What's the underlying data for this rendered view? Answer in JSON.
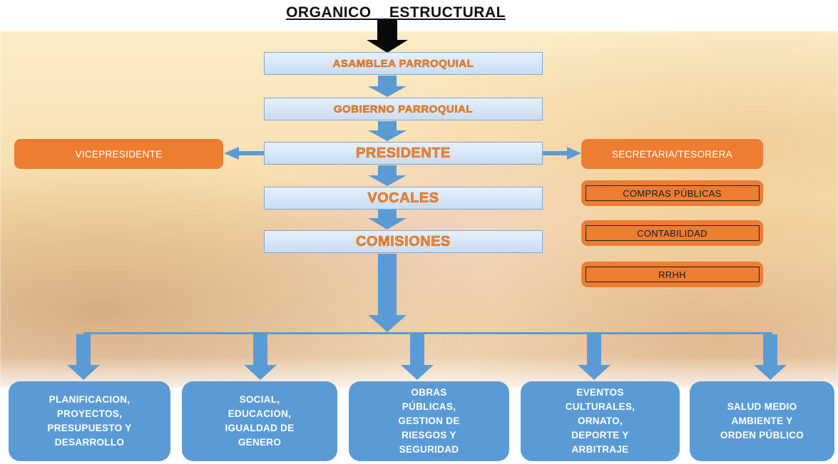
{
  "title": "ORGANICO    ESTRUCTURAL",
  "levels": [
    {
      "label": "ASAMBLEA PARROQUIAL"
    },
    {
      "label": "GOBIERNO  PARROQUIAL"
    },
    {
      "label": "PRESIDENTE"
    },
    {
      "label": "VOCALES"
    },
    {
      "label": "COMISIONES"
    }
  ],
  "side": {
    "left": "VICEPRESIDENTE",
    "right": "SECRETARIA/TESORERA",
    "sub_units": [
      "COMPRAS PÚBLICAS",
      "CONTABILIDAD",
      "RRHH"
    ]
  },
  "commissions": [
    "PLANIFICACION,\nPROYECTOS,\nPRESUPUESTO Y\nDESARROLLO",
    "SOCIAL,\nEDUCACION,\nIGUALDAD DE\nGENERO",
    "OBRAS\nPÚBLICAS,\nGESTION DE\nRIESGOS Y\nSEGURIDAD",
    "EVENTOS\nCULTURALES,\nORNATO,\nDEPORTE Y\nARBITRAJE",
    "SALUD  MEDIO\nAMBIENTE Y\nORDEN PÚBLICO"
  ],
  "colors": {
    "level_box": "#d6e6f7",
    "level_text": "#ef8a3a",
    "orange": "#ed7d31",
    "blue": "#5b9bd5",
    "arrow": "#5b9bd5"
  }
}
